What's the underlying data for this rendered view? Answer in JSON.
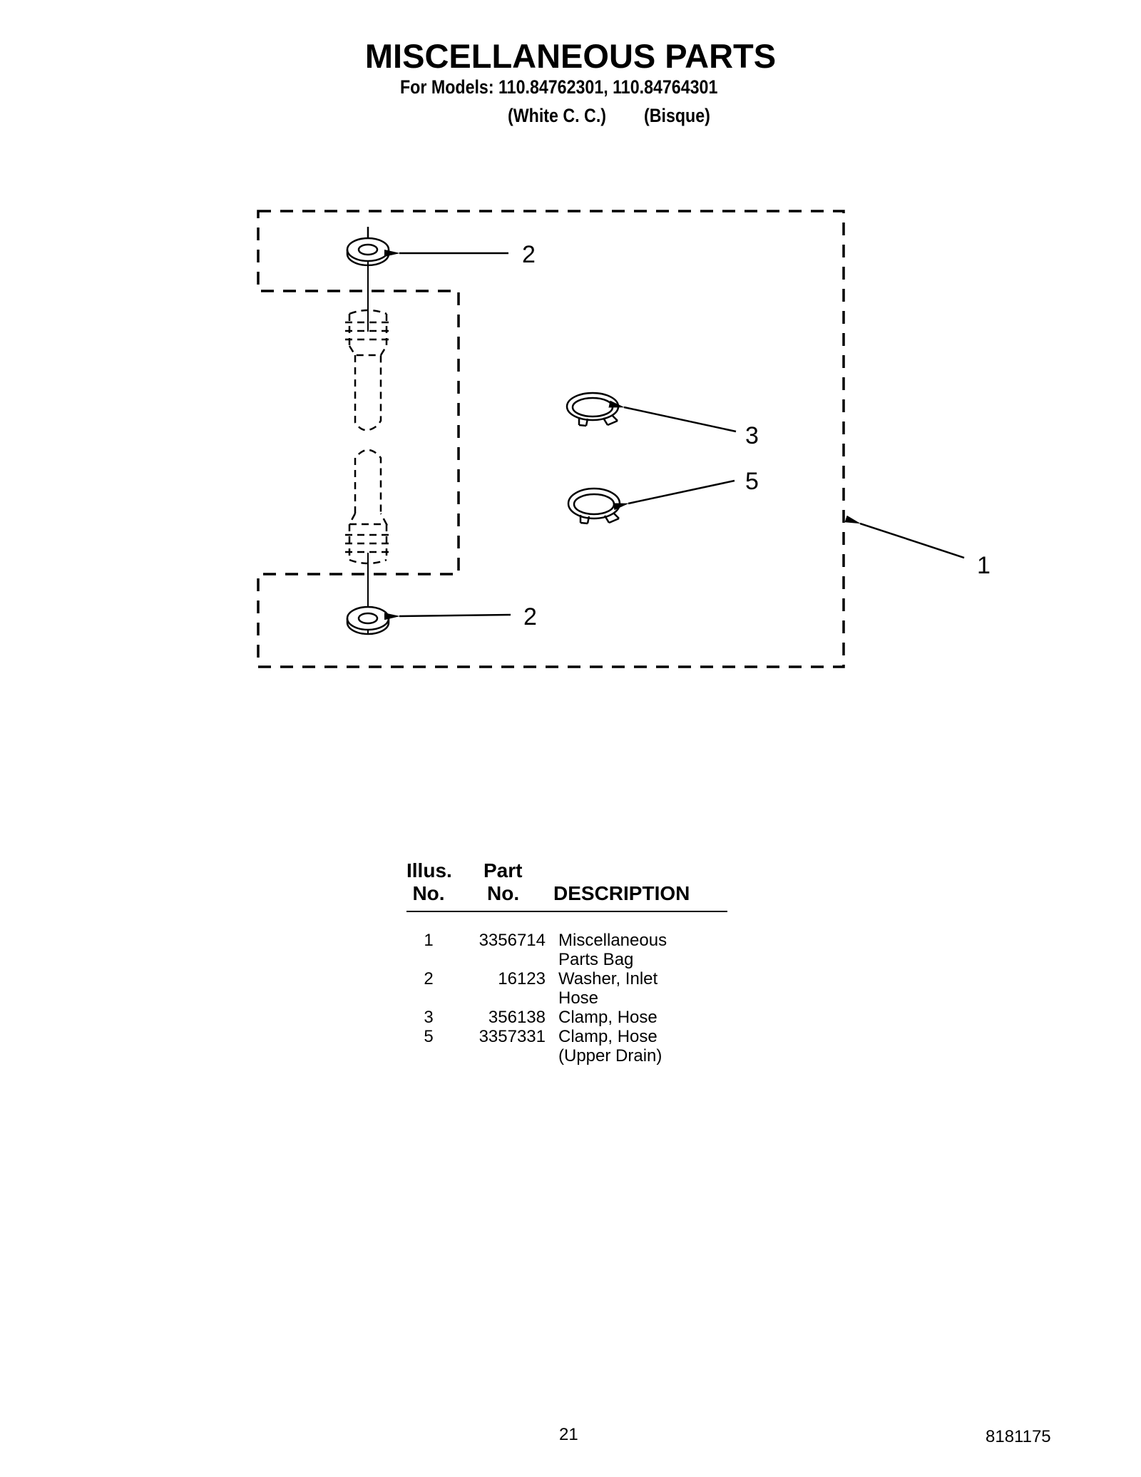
{
  "header": {
    "title": "MISCELLANEOUS PARTS",
    "subtitle": "For Models: 110.84762301, 110.84764301",
    "variants": [
      "(White C. C.)",
      "(Bisque)"
    ]
  },
  "diagram": {
    "callouts": [
      "2",
      "3",
      "5",
      "1",
      "2"
    ]
  },
  "table": {
    "headers": {
      "illus_line1": "Illus.",
      "illus_line2": "No.",
      "part_line1": "Part",
      "part_line2": "No.",
      "description": "DESCRIPTION"
    },
    "rows": [
      {
        "illus": "1",
        "part": "3356714",
        "desc": [
          "Miscellaneous",
          "Parts Bag"
        ]
      },
      {
        "illus": "2",
        "part": "16123",
        "desc": [
          "Washer, Inlet",
          "Hose"
        ]
      },
      {
        "illus": "3",
        "part": "356138",
        "desc": [
          "Clamp, Hose"
        ]
      },
      {
        "illus": "5",
        "part": "3357331",
        "desc": [
          "Clamp, Hose",
          "(Upper Drain)"
        ]
      }
    ]
  },
  "footer": {
    "page_number": "21",
    "document_number": "8181175"
  }
}
